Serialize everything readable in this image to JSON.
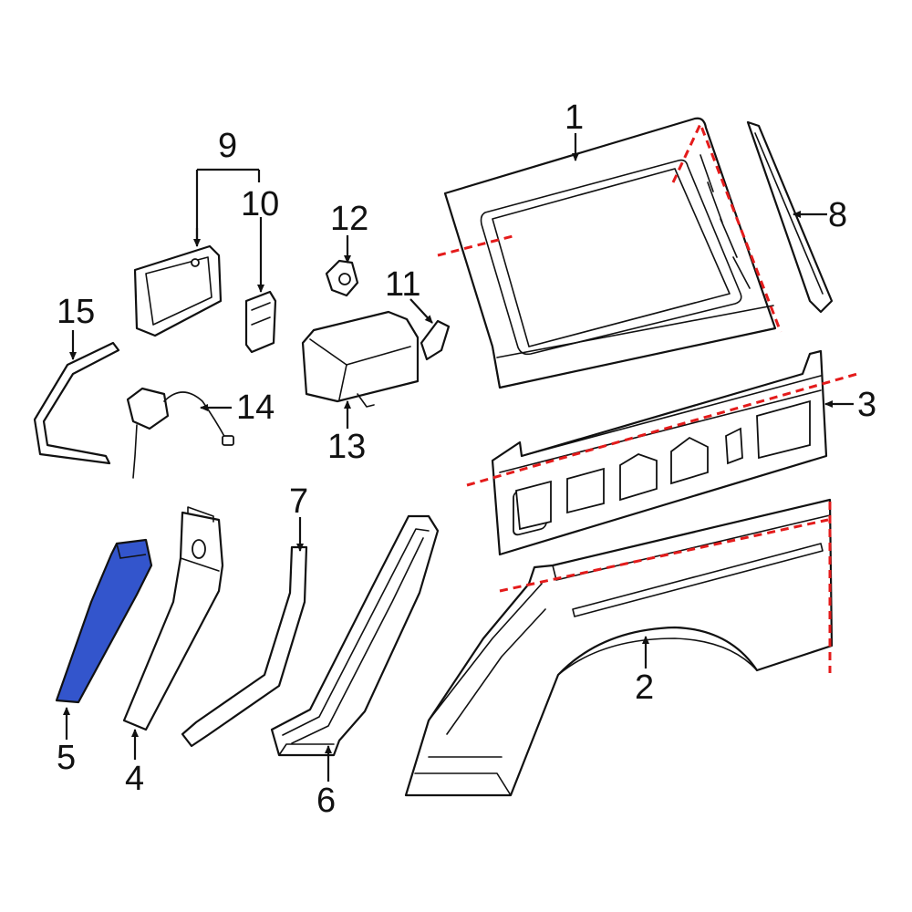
{
  "accent_color": "#3355cc",
  "cut_line_color": "#e41b1b",
  "highlighted_part": "5",
  "callouts": {
    "c1": "1",
    "c2": "2",
    "c3": "3",
    "c4": "4",
    "c5": "5",
    "c6": "6",
    "c7": "7",
    "c8": "8",
    "c9": "9",
    "c10": "10",
    "c11": "11",
    "c12": "12",
    "c13": "13",
    "c14": "14",
    "c15": "15"
  }
}
